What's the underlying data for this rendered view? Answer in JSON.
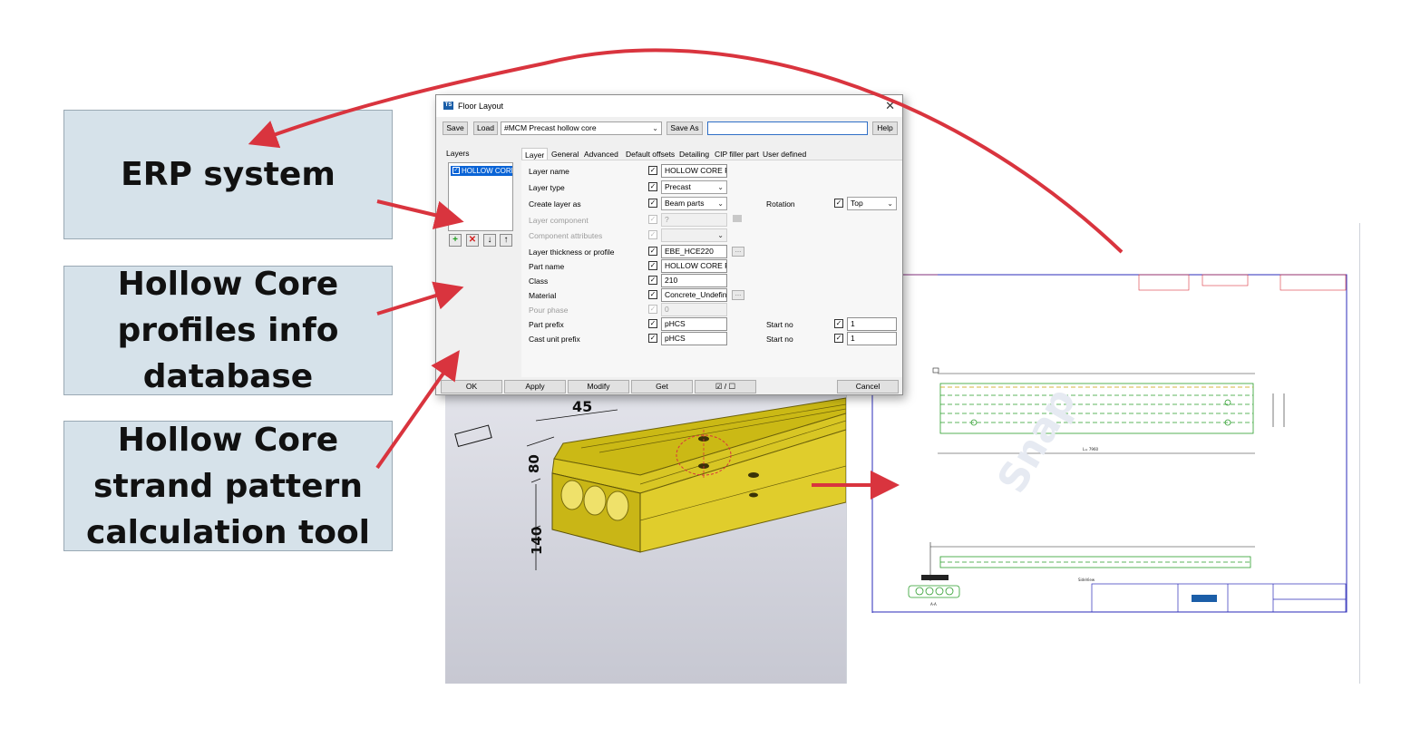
{
  "labels": {
    "erp": "ERP system",
    "profiles": [
      "Hollow Core",
      "profiles info",
      "database"
    ],
    "strand": [
      "Hollow Core",
      "strand pattern",
      "calculation tool"
    ]
  },
  "colors": {
    "arrow": "#d9343e",
    "box_bg": "#d6e2ea",
    "slab": "#d4c21f",
    "selection": "#0a64d6"
  },
  "dialog": {
    "title": "Floor Layout",
    "close_icon": "close-icon",
    "top": {
      "save": "Save",
      "load": "Load",
      "preset": "#MCM Precast hollow core",
      "save_as": "Save As",
      "save_as_value": "",
      "help": "Help"
    },
    "layers": {
      "header": "Layers",
      "items": [
        "HOLLOW CORE"
      ],
      "icons": [
        "add-icon",
        "delete-icon",
        "move-down-icon",
        "move-up-icon"
      ]
    },
    "tabs": [
      "Layer",
      "General",
      "Advanced",
      "Default offsets",
      "Detailing",
      "CIP filler part",
      "User defined"
    ],
    "fields": [
      {
        "label": "Layer name",
        "value": "HOLLOW CORE P",
        "type": "text",
        "enabled": true
      },
      {
        "label": "Layer type",
        "value": "Precast",
        "type": "combo",
        "enabled": true
      },
      {
        "label": "Create layer as",
        "value": "Beam parts",
        "type": "combo",
        "enabled": true
      },
      {
        "label": "Layer component",
        "value": "?",
        "type": "text",
        "enabled": false
      },
      {
        "label": "Component attributes",
        "value": "",
        "type": "combo",
        "enabled": false
      },
      {
        "label": "Layer thickness or profile",
        "value": "EBE_HCE220",
        "type": "text",
        "enabled": true
      },
      {
        "label": "Part name",
        "value": "HOLLOW CORE P",
        "type": "text",
        "enabled": true
      },
      {
        "label": "Class",
        "value": "210",
        "type": "text",
        "enabled": true
      },
      {
        "label": "Material",
        "value": "Concrete_Undefined",
        "type": "text",
        "enabled": true
      },
      {
        "label": "Pour phase",
        "value": "0",
        "type": "text",
        "enabled": false
      },
      {
        "label": "Part prefix",
        "value": "pHCS",
        "type": "text",
        "enabled": true
      },
      {
        "label": "Cast unit prefix",
        "value": "pHCS",
        "type": "text",
        "enabled": true
      }
    ],
    "right": {
      "rotation_label": "Rotation",
      "rotation_value": "Top",
      "start_no_label": "Start no",
      "start_no_1": "1",
      "start_no_2": "1"
    },
    "bottom": [
      "OK",
      "Apply",
      "Modify",
      "Get",
      "☑ / ☐",
      "Cancel"
    ]
  },
  "model": {
    "dims": [
      "45",
      "80",
      "140"
    ]
  },
  "drawing": {
    "view_label": "SideView",
    "section_label": "A-A",
    "lp_label": "L= 7960"
  }
}
